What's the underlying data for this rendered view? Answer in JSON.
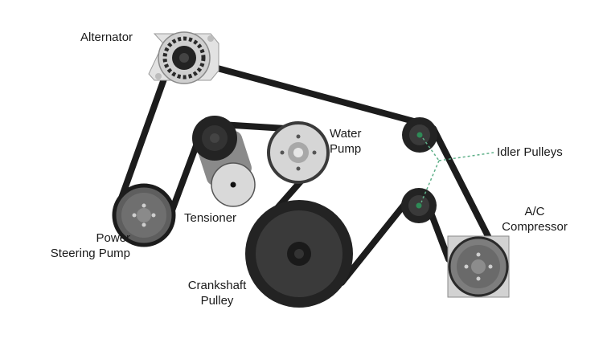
{
  "labels": {
    "alternator": "Alternator",
    "water_pump": "Water\nPump",
    "idler_pulleys": "Idler Pulleys",
    "tensioner": "Tensioner",
    "power_steering_pump": "Power\nSteering Pump",
    "ac_compressor": "A/C\nCompressor",
    "crankshaft_pulley": "Crankshaft\nPulley"
  },
  "colors": {
    "belt": "#1c1c1c",
    "pulley_dark": "#232323",
    "pulley_mid": "#6e6e6e",
    "pulley_light": "#d4d4d4",
    "leader": "#5fb089",
    "idler_dot": "#2e8b57"
  }
}
